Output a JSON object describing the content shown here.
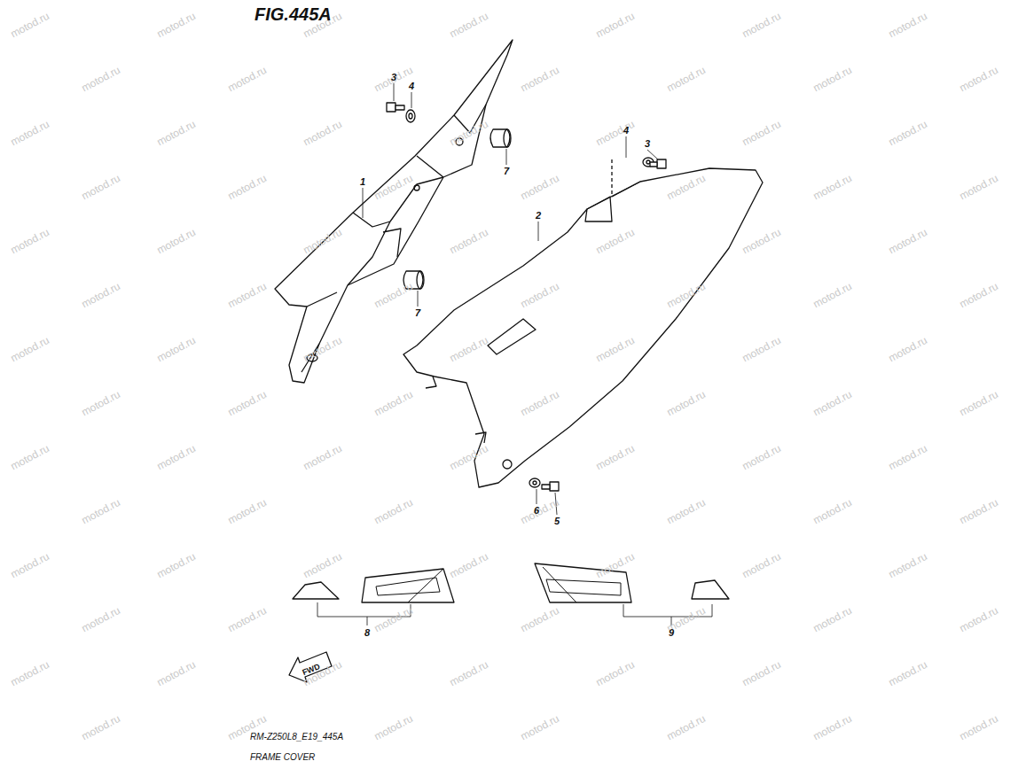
{
  "diagram": {
    "title": "FIG.445A",
    "caption": "FRAME COVER",
    "labels": [
      "3",
      "4",
      "1",
      "7",
      "4",
      "3",
      "2",
      "7",
      "6",
      "5",
      "8",
      "9",
      "FWD",
      "RM-Z250L8_E19_445A",
      "motod.ru",
      "motod.ru",
      "motod.ru",
      "motod.ru",
      "motod.ru",
      "motod.ru",
      "motod.ru",
      "motod.ru",
      "motod.ru",
      "motod.ru",
      "motod.ru",
      "motod.ru",
      "motod.ru",
      "motod.ru",
      "motod.ru",
      "motod.ru",
      "motod.ru",
      "motod.ru",
      "motod.ru",
      "motod.ru",
      "motod.ru",
      "motod.ru",
      "motod.ru",
      "motod.ru",
      "motod.ru",
      "motod.ru",
      "motod.ru",
      "motod.ru",
      "motod.ru",
      "motod.ru",
      "motod.ru",
      "motod.ru",
      "motod.ru",
      "motod.ru",
      "motod.ru",
      "motod.ru",
      "motod.ru",
      "motod.ru",
      "motod.ru",
      "motod.ru",
      "motod.ru",
      "motod.ru",
      "motod.ru",
      "motod.ru",
      "motod.ru",
      "motod.ru",
      "motod.ru",
      "motod.ru",
      "motod.ru",
      "motod.ru",
      "motod.ru",
      "motod.ru",
      "motod.ru",
      "motod.ru",
      "motod.ru",
      "motod.ru",
      "motod.ru",
      "motod.ru",
      "motod.ru",
      "motod.ru",
      "motod.ru",
      "motod.ru",
      "motod.ru",
      "motod.ru",
      "motod.ru",
      "motod.ru",
      "motod.ru",
      "motod.ru",
      "motod.ru",
      "motod.ru",
      "motod.ru",
      "motod.ru",
      "motod.ru",
      "motod.ru",
      "motod.ru",
      "motod.ru",
      "motod.ru",
      "motod.ru",
      "motod.ru",
      "motod.ru",
      "motod.ru",
      "motod.ru",
      "motod.ru",
      "motod.ru",
      "motod.ru",
      "motod.ru",
      "motod.ru",
      "motod.ru",
      "motod.ru",
      "motod.ru",
      "motod.ru",
      "motod.ru",
      "motod.ru",
      "motod.ru",
      "motod.ru",
      "motod.ru",
      "motod.ru",
      "motod.ru"
    ]
  }
}
